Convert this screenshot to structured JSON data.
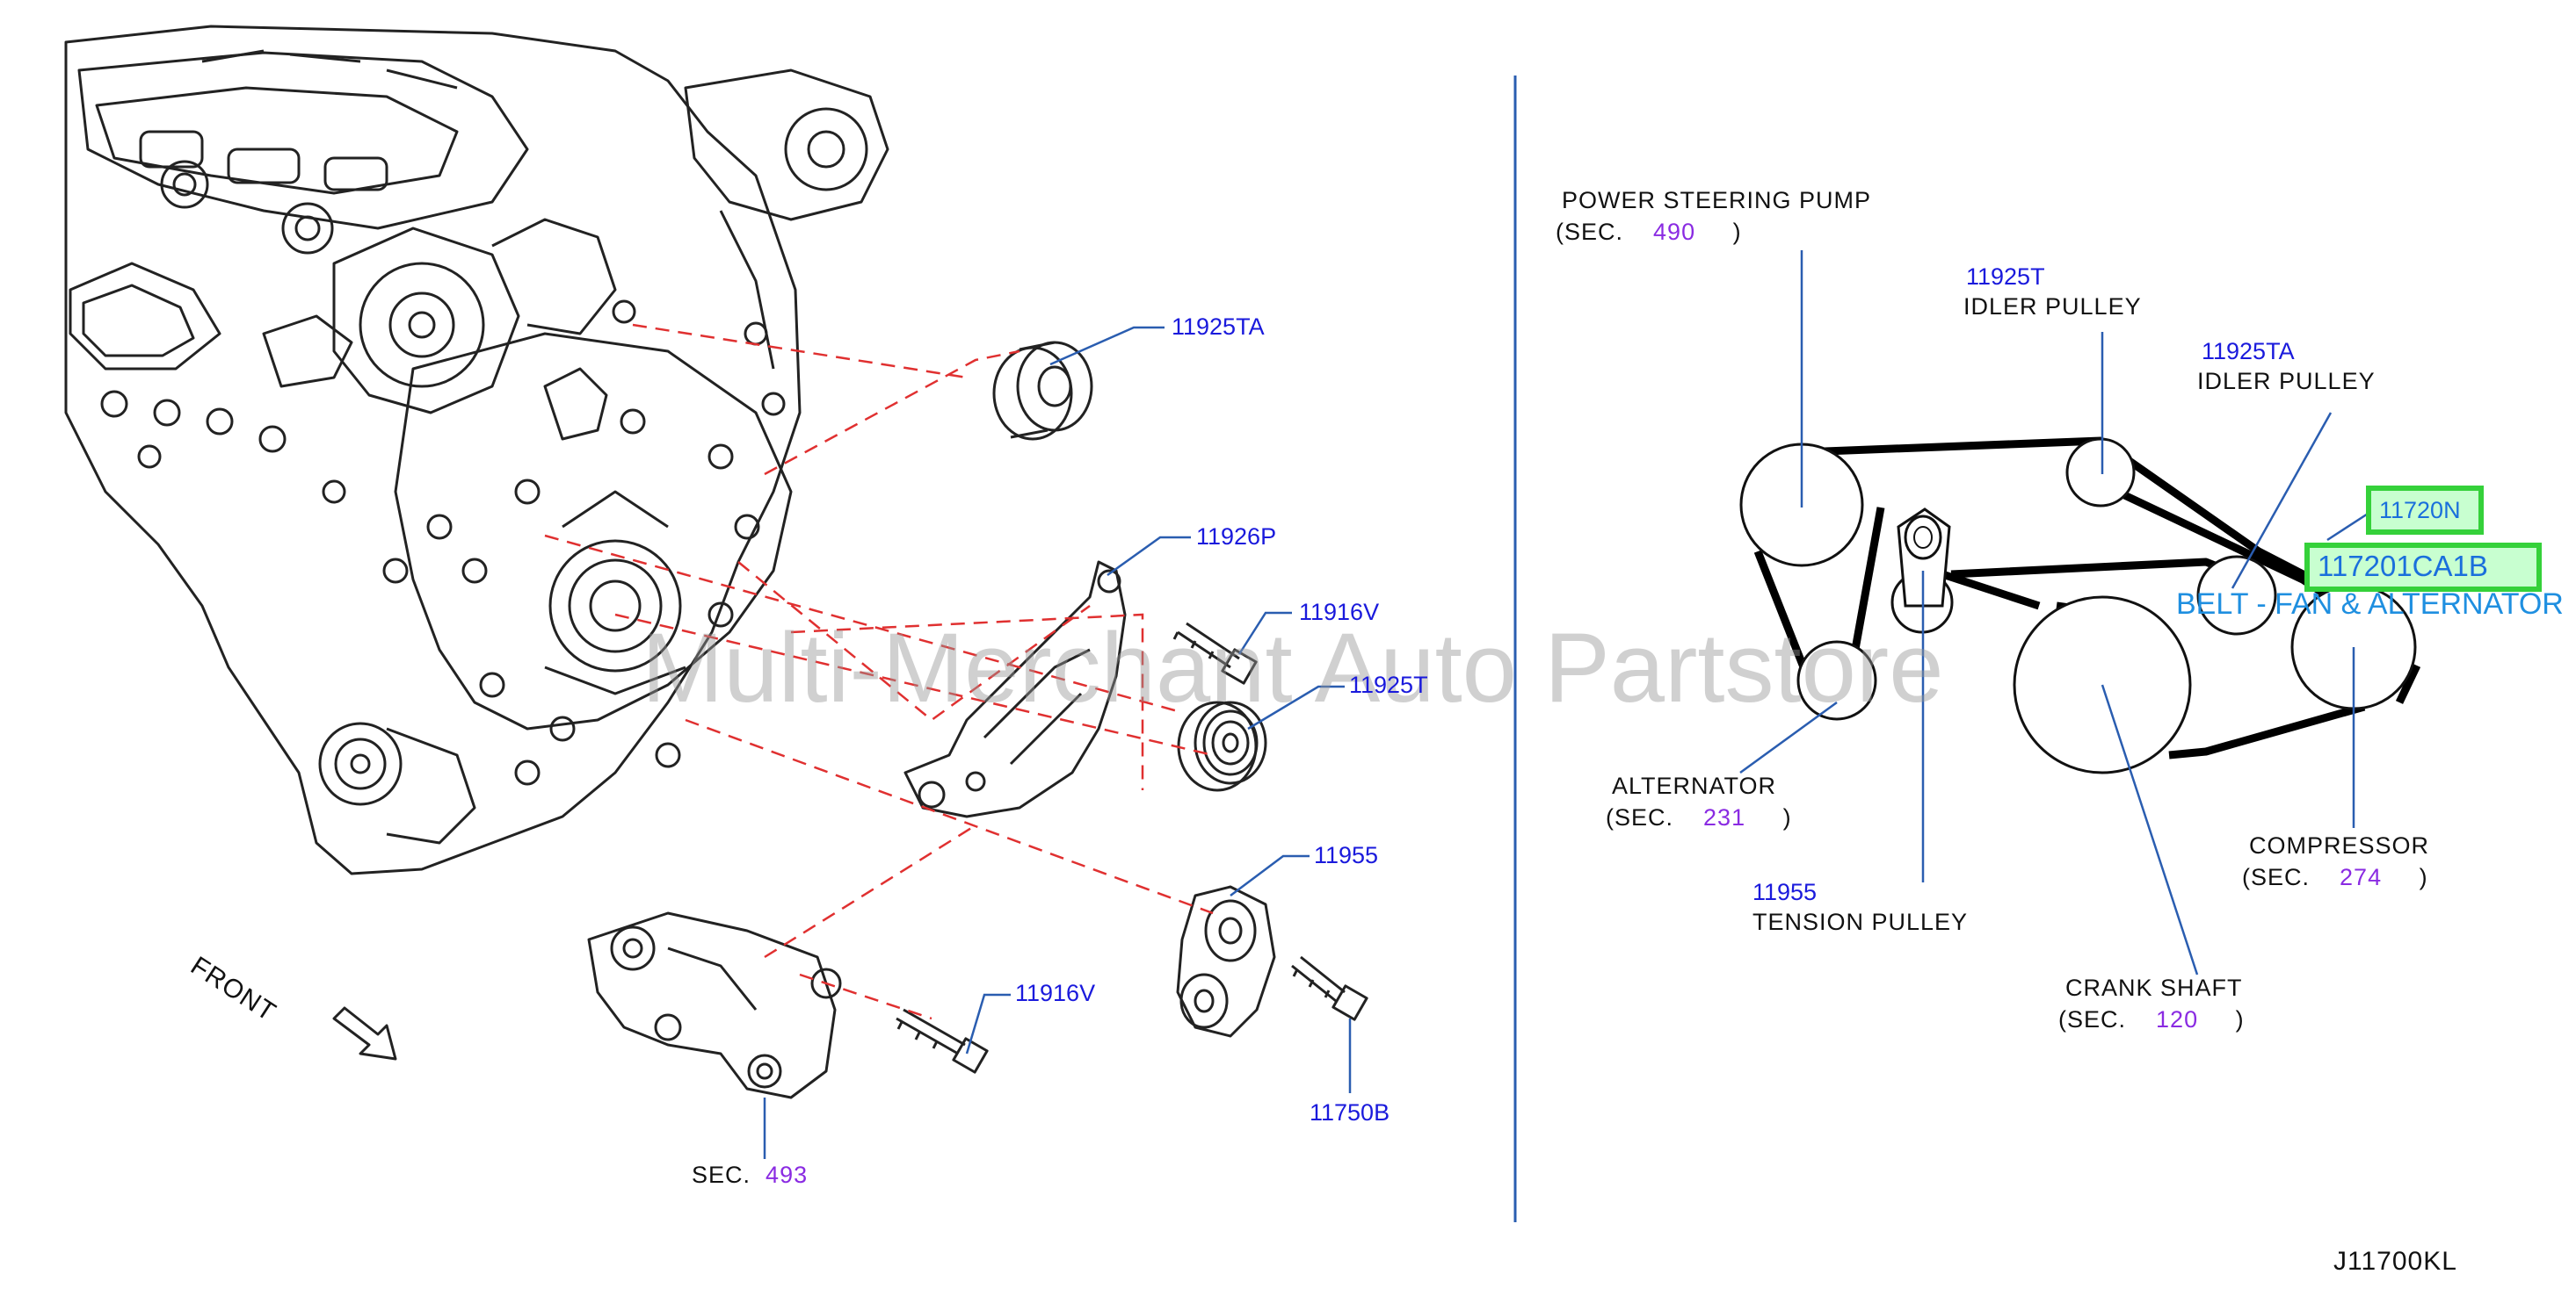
{
  "diagram_code": "J11700KL",
  "watermark": "Multi-Merchant Auto Partstore",
  "exploded_view": {
    "front_label": "FRONT",
    "callouts": [
      {
        "id": "11925TA"
      },
      {
        "id": "11926P"
      },
      {
        "id": "11916V"
      },
      {
        "id": "11925T"
      },
      {
        "id": "11955"
      },
      {
        "id": "11916V"
      },
      {
        "id": "11750B"
      }
    ],
    "section_ref": {
      "prefix": "SEC.",
      "number": "493"
    }
  },
  "belt_routing": {
    "power_steering": {
      "name": "POWER   STEERING   PUMP",
      "sec_open": "(SEC.",
      "sec_num": "490",
      "sec_close": ")"
    },
    "idler_11925T": {
      "part": "11925T",
      "name": "IDLER   PULLEY"
    },
    "idler_11925TA": {
      "part": "11925TA",
      "name": "IDLER   PULLEY"
    },
    "highlight_1": "11720N",
    "highlight_2": "117201CA1B",
    "belt_name": "BELT - FAN & ALTERNATOR",
    "alternator": {
      "name": "ALTERNATOR",
      "sec_open": "(SEC.",
      "sec_num": "231",
      "sec_close": ")"
    },
    "tension": {
      "part": "11955",
      "name": "TENSION   PULLEY"
    },
    "compressor": {
      "name": "COMPRESSOR",
      "sec_open": "(SEC.",
      "sec_num": "274",
      "sec_close": ")"
    },
    "crank": {
      "name": "CRANK   SHAFT",
      "sec_open": "(SEC.",
      "sec_num": "120",
      "sec_close": ")"
    }
  },
  "colors": {
    "part_number": "#1a1adc",
    "section_number": "#8a2be2",
    "highlight_border": "#35d13a",
    "leader_line": "#2a5db0",
    "divider": "#2a5db0",
    "dashed_line": "#e03030"
  }
}
